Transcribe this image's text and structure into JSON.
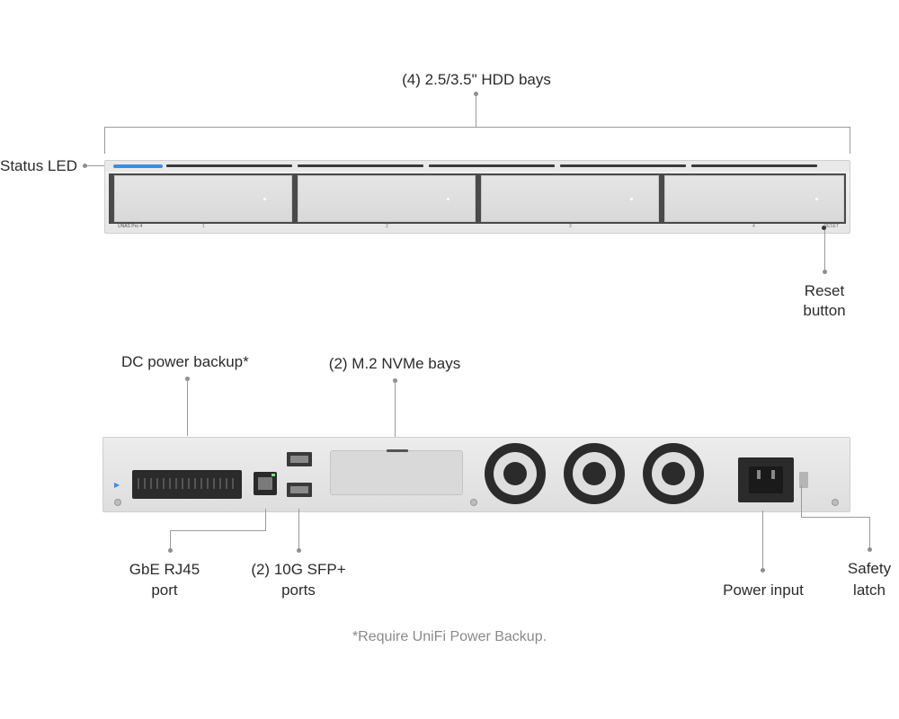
{
  "labels": {
    "hdd_bays": "(4) 2.5/3.5\" HDD bays",
    "status_led": "Status LED",
    "reset_button_line1": "Reset",
    "reset_button_line2": "button",
    "dc_power": "DC power backup*",
    "nvme_bays": "(2) M.2 NVMe bays",
    "gbe_line1": "GbE RJ45",
    "gbe_line2": "port",
    "sfp_line1": "(2) 10G SFP+",
    "sfp_line2": "ports",
    "power_input": "Power input",
    "safety_line1": "Safety",
    "safety_line2": "latch"
  },
  "front_panel": {
    "model": "UNAS Pro 4",
    "bay_numbers": [
      "1",
      "2",
      "3",
      "4"
    ],
    "reset_text": "RESET"
  },
  "footnote": "*Require UniFi Power Backup.",
  "colors": {
    "status_led": "#3b8fe0",
    "rj45_led": "#7fe07f"
  }
}
